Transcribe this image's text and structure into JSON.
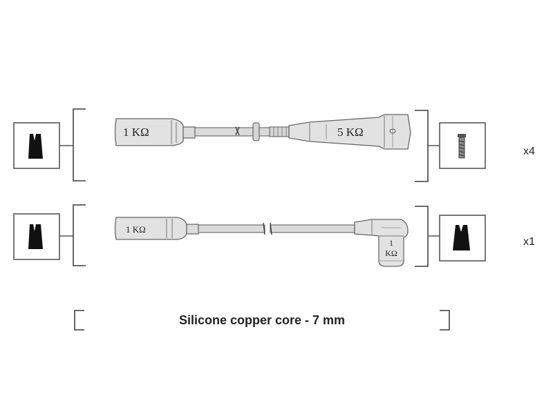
{
  "row1": {
    "left_resistance": "1 KΩ",
    "right_resistance": "5 KΩ",
    "quantity": "x4"
  },
  "row2": {
    "left_resistance": "1 KΩ",
    "right_resistance_line1": "1",
    "right_resistance_line2": "KΩ",
    "quantity": "x1"
  },
  "footer": {
    "caption": "Silicone copper core - 7 mm"
  },
  "colors": {
    "line": "#666666",
    "cable": "#dcdcdc",
    "connector": "#111111"
  }
}
